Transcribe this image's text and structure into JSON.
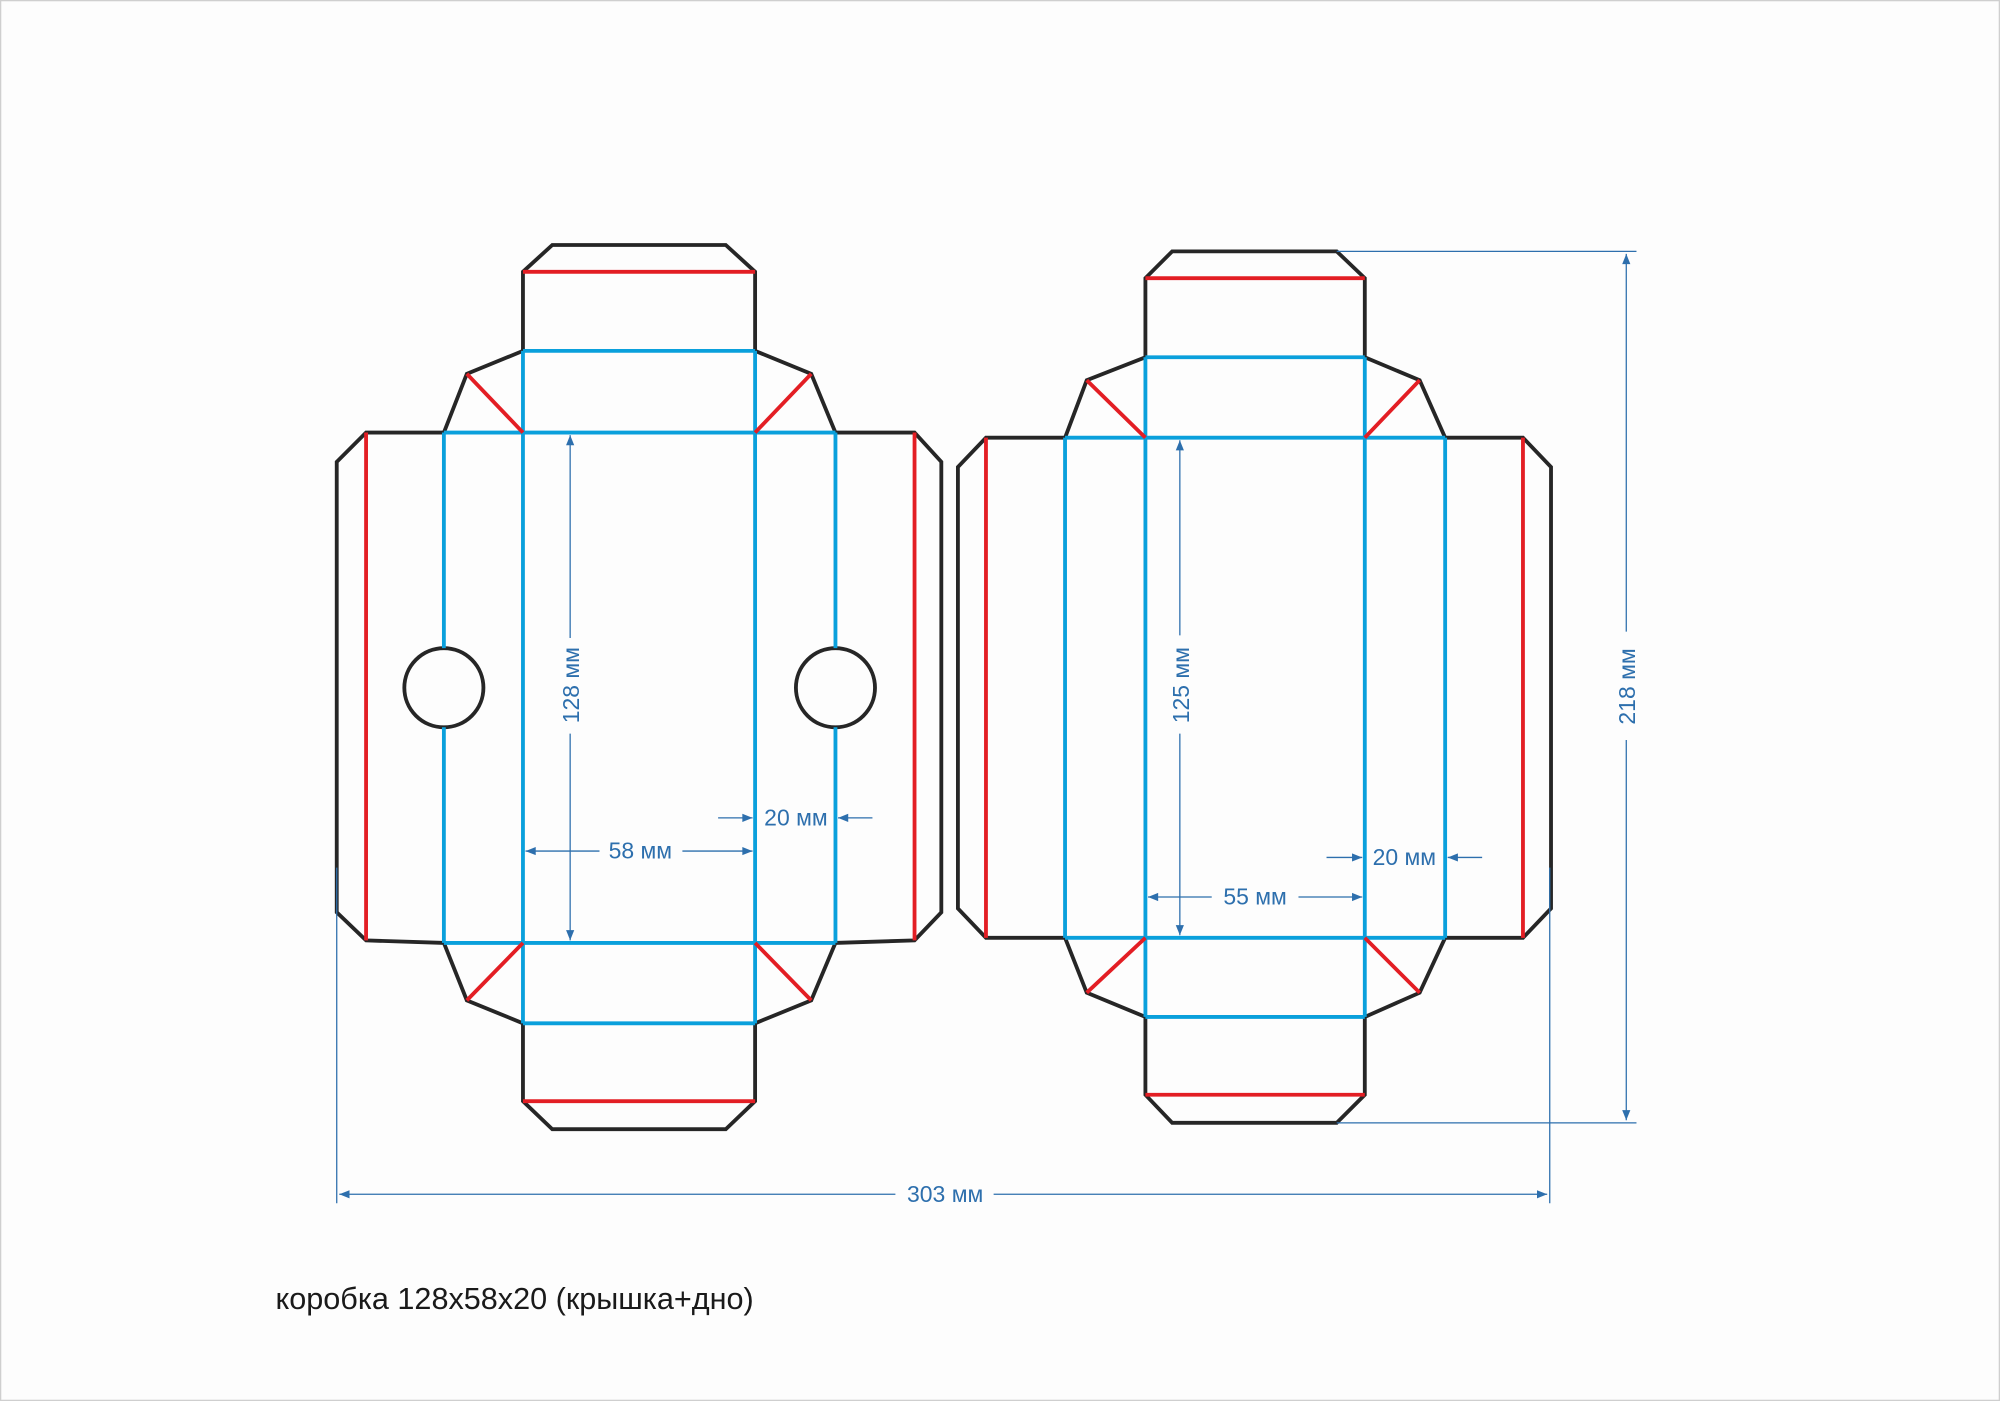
{
  "title": "коробка 128x58x20 (крышка+дно)",
  "colors": {
    "cut": "#262626",
    "crease": "#0aa0dc",
    "glue_fold": "#e31e24",
    "dimension": "#2d6fad"
  },
  "lid": {
    "length_label": "128 мм",
    "width_label": "58 мм",
    "height_label": "20 мм"
  },
  "base": {
    "length_label": "125 мм",
    "width_label": "55 мм",
    "height_label": "20 мм"
  },
  "overall": {
    "width_label": "303 мм",
    "height_label": "218 мм"
  }
}
